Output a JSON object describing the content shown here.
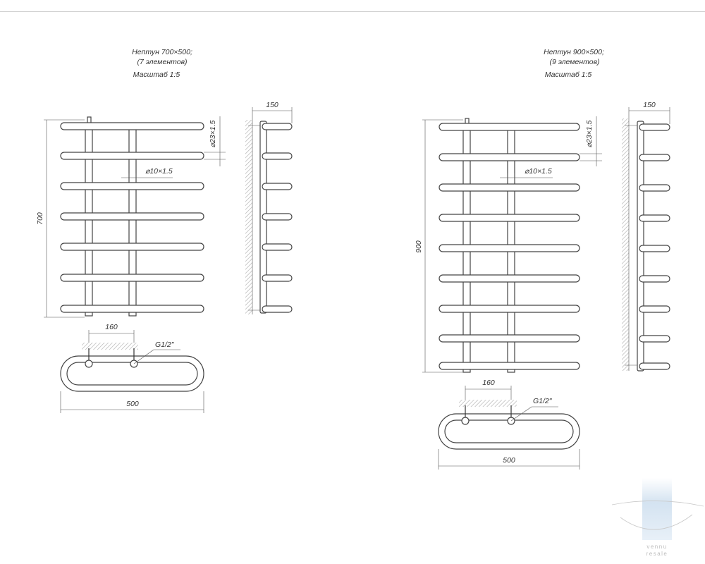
{
  "drawings": [
    {
      "title_line1": "Нептун 700×500;",
      "title_line2": "(7 элементов)",
      "scale": "Масштаб 1:5",
      "rails": 7,
      "height_dim": "700",
      "depth_dim": "150",
      "rail_dim": "⌀23×1.5",
      "riser_dim": "⌀10×1.5",
      "center_dim": "160",
      "thread_dim": "G1/2\"",
      "width_dim": "500"
    },
    {
      "title_line1": "Нептун 900×500;",
      "title_line2": "(9 элементов)",
      "scale": "Масштаб 1:5",
      "rails": 9,
      "height_dim": "900",
      "depth_dim": "150",
      "rail_dim": "⌀23×1.5",
      "riser_dim": "⌀10×1.5",
      "center_dim": "160",
      "thread_dim": "G1/2\"",
      "width_dim": "500"
    }
  ],
  "watermark": {
    "line1": "vennu",
    "line2": "resale"
  },
  "colors": {
    "line": "#333333",
    "hatch": "#b5b5b5",
    "watermark": "#d4e3f1"
  }
}
